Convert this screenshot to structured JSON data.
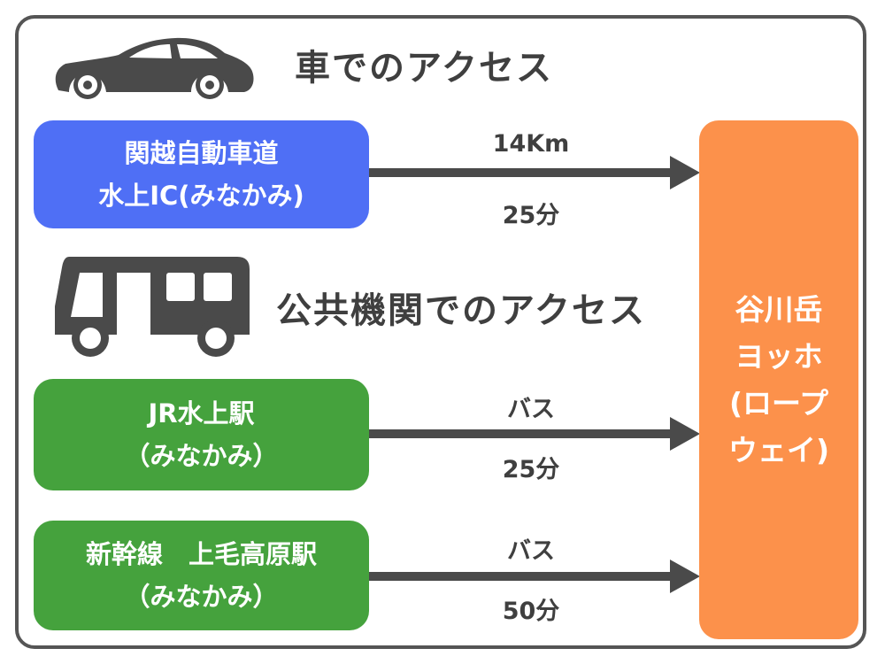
{
  "colors": {
    "frame": "#555555",
    "text": "#3f3f3f",
    "icon": "#4a4a4a",
    "car_route_box": "#4f6ff5",
    "transit_box": "#45a23d",
    "destination_box": "#fc914b"
  },
  "icons": {
    "car": "car-icon",
    "bus": "bus-icon"
  },
  "sections": {
    "car_heading": "車でのアクセス",
    "transit_heading": "公共機関でのアクセス"
  },
  "origins": {
    "car": {
      "line1": "関越自動車道",
      "line2": "水上IC(みなかみ)"
    },
    "jr": {
      "line1": "JR水上駅",
      "line2": "（みなかみ）"
    },
    "shinkansen": {
      "line1": "新幹線　上毛高原駅",
      "line2": "（みなかみ）"
    }
  },
  "routes": {
    "car": {
      "top": "14Km",
      "bottom": "25分"
    },
    "jr": {
      "top": "バス",
      "bottom": "25分"
    },
    "shinkansen": {
      "top": "バス",
      "bottom": "50分"
    }
  },
  "destination": {
    "lines": [
      "谷川岳",
      "ヨッホ",
      "(ロープ",
      "ウェイ)"
    ]
  }
}
